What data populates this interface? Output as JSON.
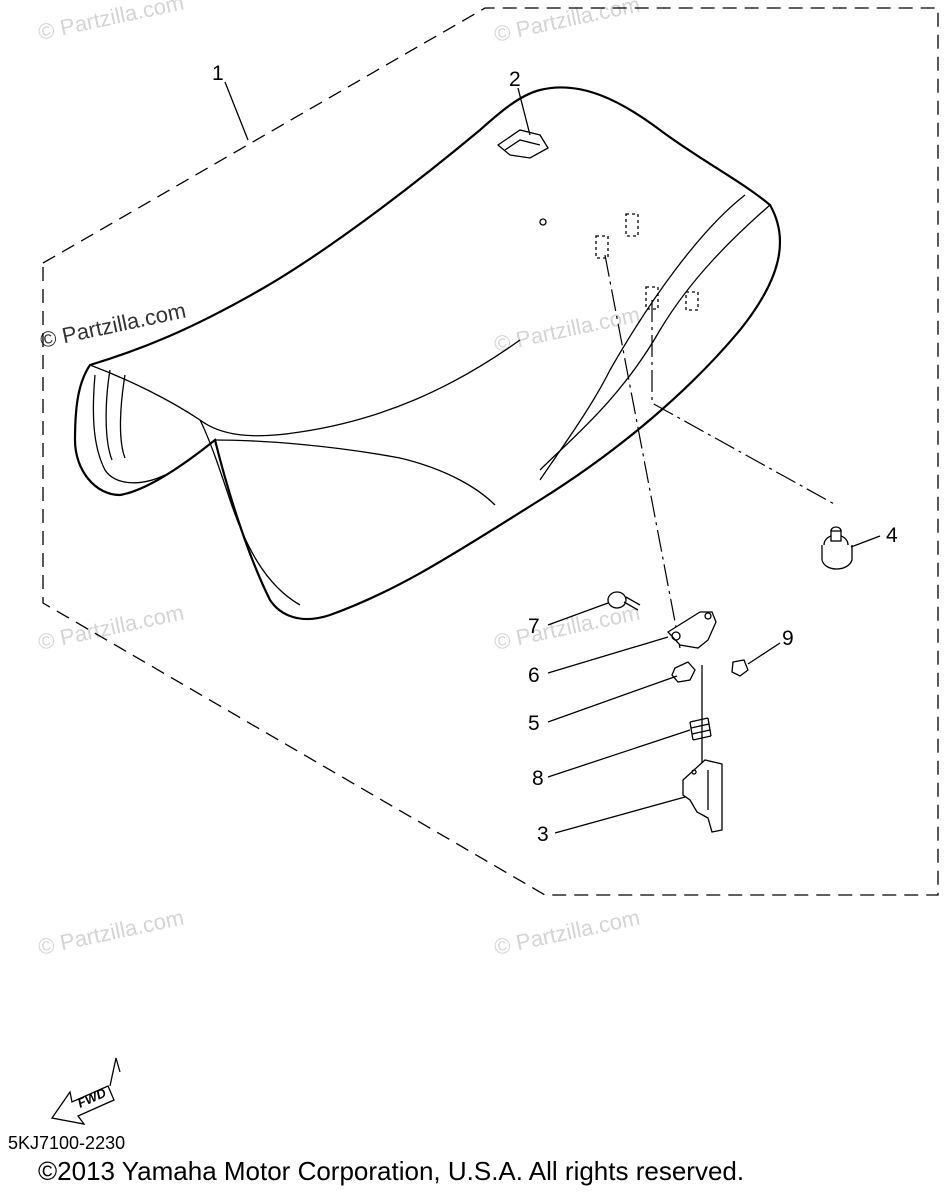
{
  "watermark": "© Partzilla.com",
  "callouts": {
    "c1": "1",
    "c2": "2",
    "c3": "3",
    "c4": "4",
    "c5": "5",
    "c6": "6",
    "c7": "7",
    "c8": "8",
    "c9": "9"
  },
  "fwd_label": "FWD",
  "diagram_code": "5KJ7100-2230",
  "copyright": "©2013 Yamaha Motor Corporation, U.S.A. All rights reserved."
}
